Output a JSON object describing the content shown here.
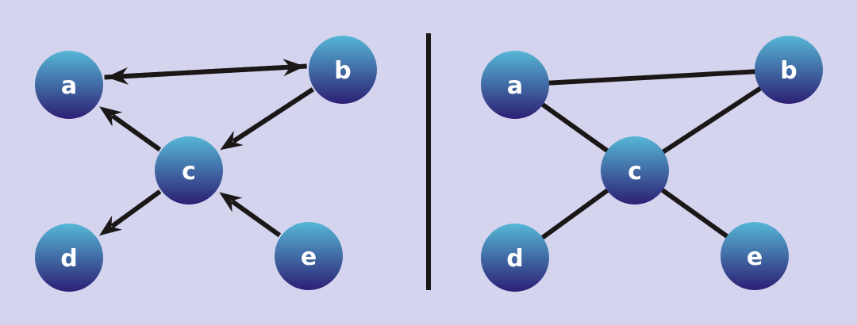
{
  "colors": {
    "background": "#d4d4ee",
    "edge": "#1c1717",
    "node_top": "#56b7d6",
    "node_bottom": "#2c1f74",
    "label": "#ffffff"
  },
  "directed_graph": {
    "nodes": [
      {
        "id": "a",
        "label": "a"
      },
      {
        "id": "b",
        "label": "b"
      },
      {
        "id": "c",
        "label": "c"
      },
      {
        "id": "d",
        "label": "d"
      },
      {
        "id": "e",
        "label": "e"
      }
    ],
    "edges": [
      {
        "from": "a",
        "to": "b"
      },
      {
        "from": "b",
        "to": "a"
      },
      {
        "from": "b",
        "to": "c"
      },
      {
        "from": "c",
        "to": "a"
      },
      {
        "from": "c",
        "to": "d"
      },
      {
        "from": "e",
        "to": "c"
      }
    ]
  },
  "undirected_graph": {
    "nodes": [
      {
        "id": "a",
        "label": "a"
      },
      {
        "id": "b",
        "label": "b"
      },
      {
        "id": "c",
        "label": "c"
      },
      {
        "id": "d",
        "label": "d"
      },
      {
        "id": "e",
        "label": "e"
      }
    ],
    "edges": [
      {
        "from": "a",
        "to": "b"
      },
      {
        "from": "a",
        "to": "c"
      },
      {
        "from": "b",
        "to": "c"
      },
      {
        "from": "c",
        "to": "d"
      },
      {
        "from": "c",
        "to": "e"
      }
    ]
  }
}
